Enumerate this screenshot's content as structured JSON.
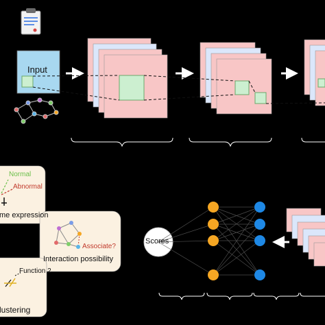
{
  "labels": {
    "input": "Input",
    "normal": "Normal",
    "abnormal": "Abnormal",
    "gene_expression": "me expression",
    "associate": "Associate?",
    "interaction": "Interaction possibility",
    "function2": "Function 2",
    "clustering": "lustering",
    "scores": "Scores"
  },
  "colors": {
    "background": "#000000",
    "input_fill": "#a8d8f0",
    "feature_pink": "#f8c6c6",
    "feature_blue": "#dbe7fb",
    "feature_mint": "#ccefd0",
    "normal_green": "#6bbf4a",
    "abnormal_red": "#c0392b",
    "panel_fill": "#fbf1e1",
    "node_orange": "#f5a623",
    "node_blue": "#1e88e5"
  },
  "icons": [
    "clipboard-icon",
    "graph-network-icon",
    "arrow-right-icon",
    "arrow-left-icon"
  ]
}
